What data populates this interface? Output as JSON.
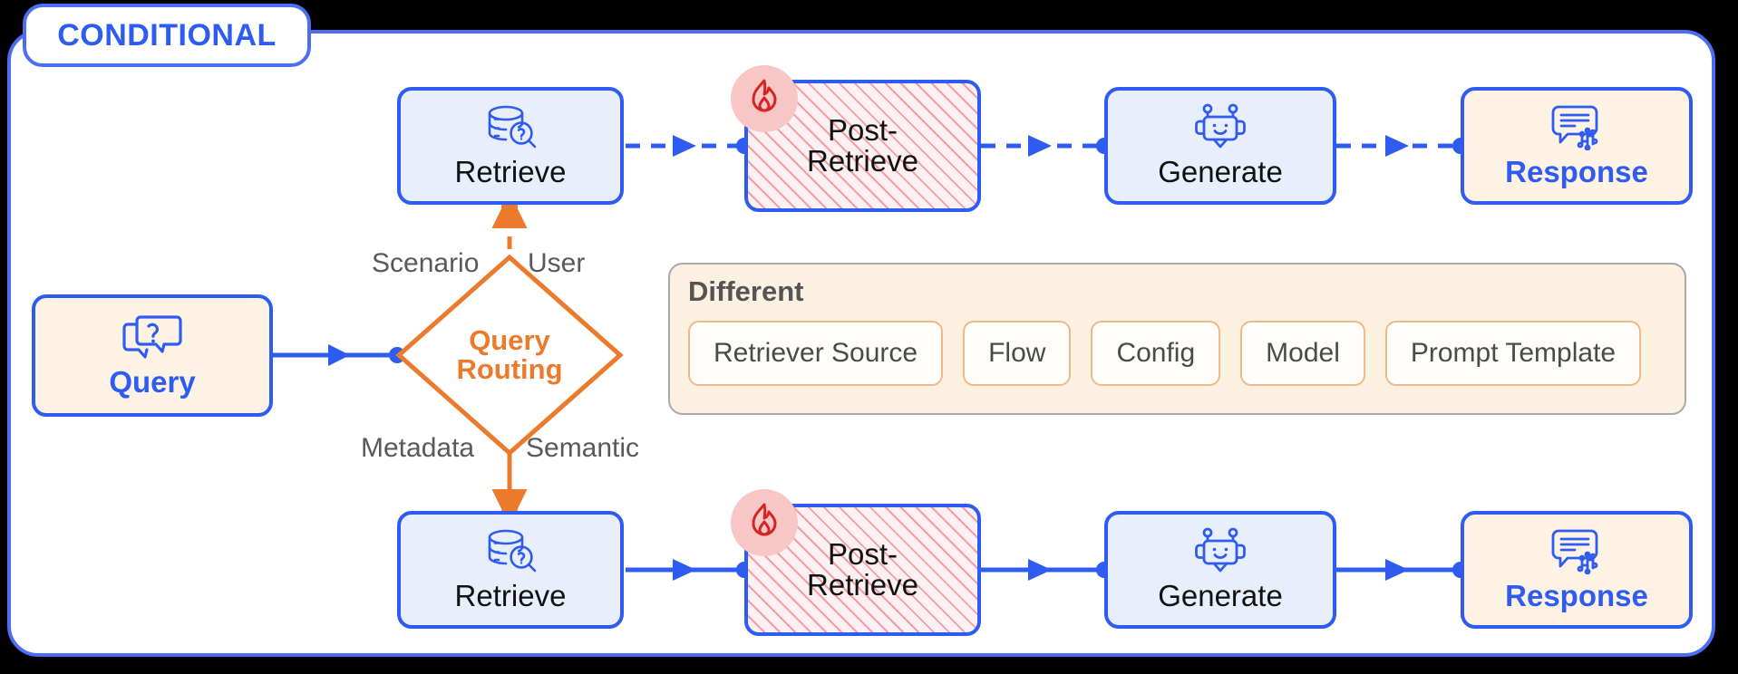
{
  "badge": {
    "label": "CONDITIONAL"
  },
  "colors": {
    "blue": "#2f5cf0",
    "blue_light": "#e9eefc",
    "cream": "#fdf2e3",
    "orange": "#ec7a2c",
    "hatch_red": "#f2a0a6",
    "flame_badge": "#f9c6c6",
    "flame_red": "#d42424",
    "label_gray": "#595959",
    "panel_bg": "#ffffff",
    "diff_bg": "#fcf1e0",
    "diff_border": "#aaa9a7"
  },
  "router": {
    "name": "query-routing",
    "line1": "Query",
    "line2": "Routing",
    "edge_labels": {
      "top_left": "Scenario",
      "top_right": "User",
      "bottom_left": "Metadata",
      "bottom_right": "Semantic"
    }
  },
  "query_node": {
    "label": "Query",
    "icon": "question-speech-bubbles-icon"
  },
  "branches": [
    {
      "id": "top-branch",
      "edge_style": "dashed",
      "nodes": [
        {
          "label": "Retrieve",
          "icon": "database-search-icon",
          "style": "blue"
        },
        {
          "label_line1": "Post-",
          "label_line2": "Retrieve",
          "icon": "flame-icon",
          "style": "hatched",
          "badge": "flame"
        },
        {
          "label": "Generate",
          "icon": "robot-chat-icon",
          "style": "blue"
        },
        {
          "label": "Response",
          "icon": "response-bubble-circuit-icon",
          "style": "cream",
          "accent": true
        }
      ]
    },
    {
      "id": "bottom-branch",
      "edge_style": "solid",
      "nodes": [
        {
          "label": "Retrieve",
          "icon": "database-search-icon",
          "style": "blue"
        },
        {
          "label_line1": "Post-",
          "label_line2": "Retrieve",
          "icon": "flame-icon",
          "style": "hatched",
          "badge": "flame"
        },
        {
          "label": "Generate",
          "icon": "robot-chat-icon",
          "style": "blue"
        },
        {
          "label": "Response",
          "icon": "response-bubble-circuit-icon",
          "style": "cream",
          "accent": true
        }
      ]
    }
  ],
  "different_panel": {
    "title": "Different",
    "chips": [
      {
        "label": "Retriever Source"
      },
      {
        "label": "Flow"
      },
      {
        "label": "Config"
      },
      {
        "label": "Model"
      },
      {
        "label": "Prompt Template"
      }
    ]
  }
}
